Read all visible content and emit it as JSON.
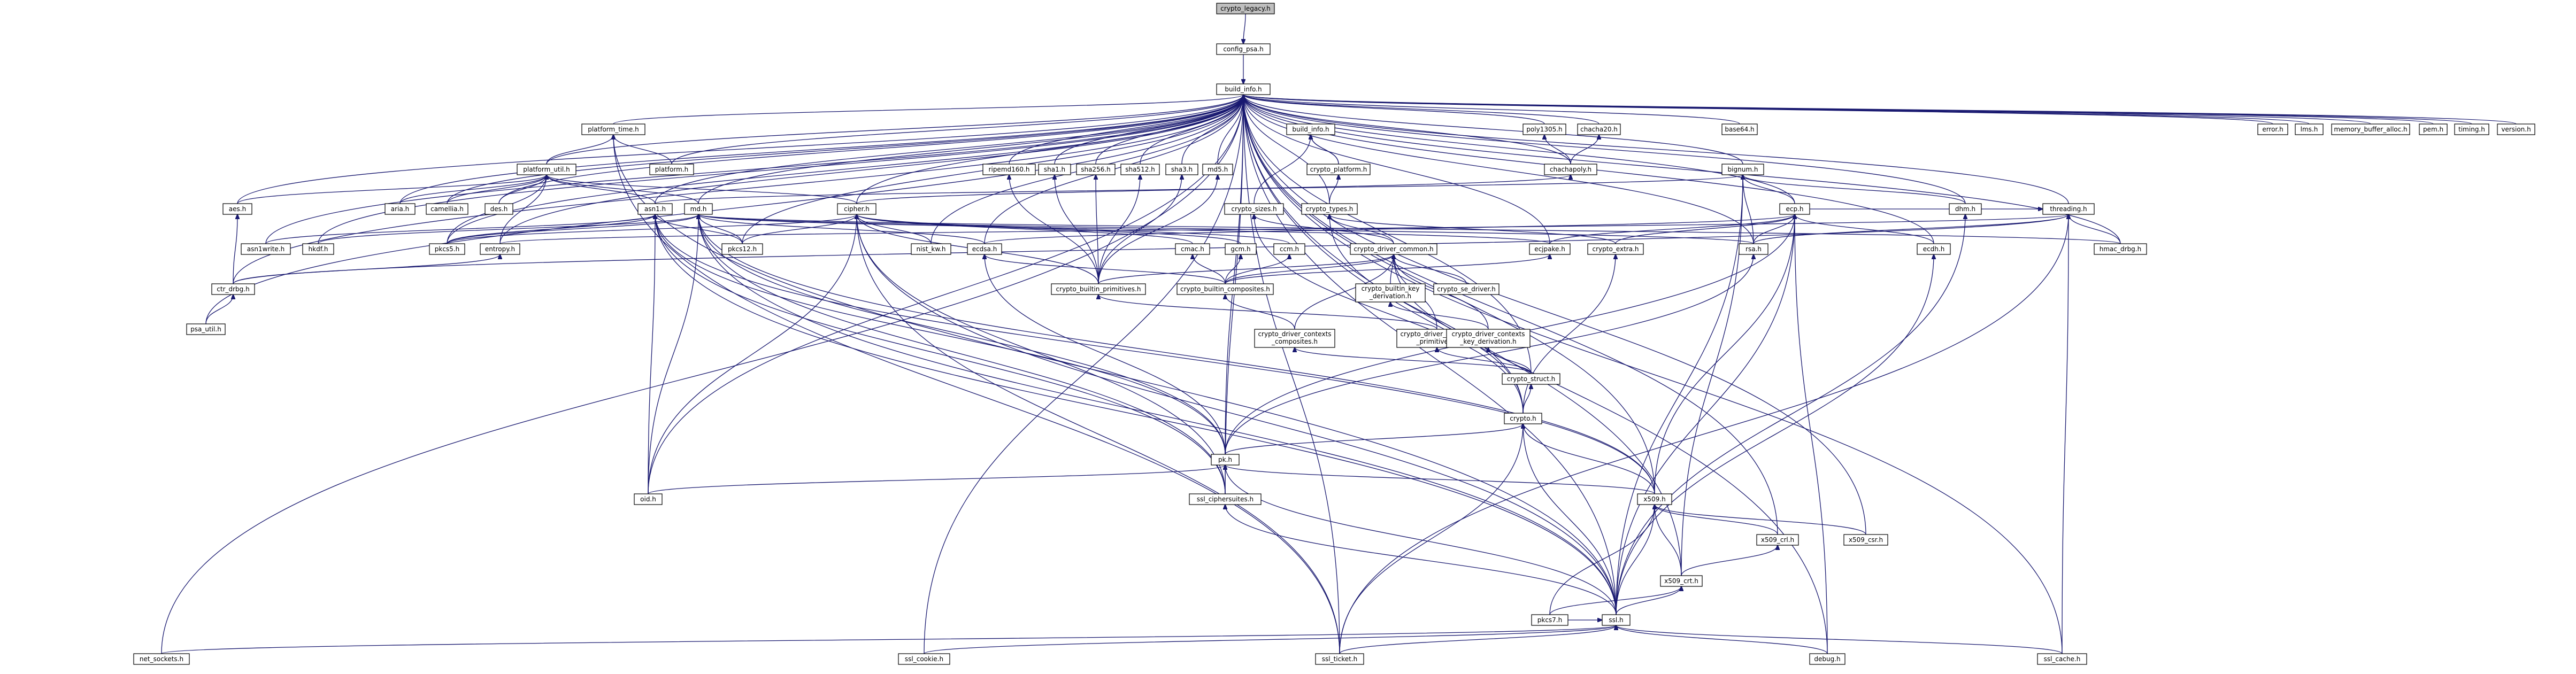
{
  "diagram": {
    "type": "include-dependency-graph",
    "root": "crypto_legacy.h",
    "nodes": [
      {
        "id": "crypto_legacy",
        "label": "crypto_legacy.h",
        "root": true
      },
      {
        "id": "config_psa",
        "label": "config_psa.h"
      },
      {
        "id": "build_info",
        "label": "build_info.h"
      },
      {
        "id": "platform_time",
        "label": "platform_time.h"
      },
      {
        "id": "platform_util",
        "label": "platform_util.h"
      },
      {
        "id": "platform",
        "label": "platform.h"
      },
      {
        "id": "ripemd160",
        "label": "ripemd160.h"
      },
      {
        "id": "sha1",
        "label": "sha1.h"
      },
      {
        "id": "sha256",
        "label": "sha256.h"
      },
      {
        "id": "sha512",
        "label": "sha512.h"
      },
      {
        "id": "sha3",
        "label": "sha3.h"
      },
      {
        "id": "md5",
        "label": "md5.h"
      },
      {
        "id": "build_info2",
        "label": "build_info.h"
      },
      {
        "id": "crypto_platform",
        "label": "crypto_platform.h"
      },
      {
        "id": "poly1305",
        "label": "poly1305.h"
      },
      {
        "id": "chacha20",
        "label": "chacha20.h"
      },
      {
        "id": "chachapoly",
        "label": "chachapoly.h"
      },
      {
        "id": "base64",
        "label": "base64.h"
      },
      {
        "id": "error",
        "label": "error.h"
      },
      {
        "id": "lms",
        "label": "lms.h"
      },
      {
        "id": "memory_buffer_alloc",
        "label": "memory_buffer_alloc.h"
      },
      {
        "id": "pem",
        "label": "pem.h"
      },
      {
        "id": "timing",
        "label": "timing.h"
      },
      {
        "id": "version",
        "label": "version.h"
      },
      {
        "id": "aes",
        "label": "aes.h"
      },
      {
        "id": "aria",
        "label": "aria.h"
      },
      {
        "id": "camellia",
        "label": "camellia.h"
      },
      {
        "id": "des",
        "label": "des.h"
      },
      {
        "id": "asn1",
        "label": "asn1.h"
      },
      {
        "id": "md",
        "label": "md.h"
      },
      {
        "id": "cipher",
        "label": "cipher.h"
      },
      {
        "id": "crypto_sizes",
        "label": "crypto_sizes.h"
      },
      {
        "id": "crypto_types",
        "label": "crypto_types.h"
      },
      {
        "id": "bignum",
        "label": "bignum.h"
      },
      {
        "id": "ecp",
        "label": "ecp.h"
      },
      {
        "id": "dhm",
        "label": "dhm.h"
      },
      {
        "id": "threading",
        "label": "threading.h"
      },
      {
        "id": "asn1write",
        "label": "asn1write.h"
      },
      {
        "id": "hkdf",
        "label": "hkdf.h"
      },
      {
        "id": "pkcs5",
        "label": "pkcs5.h"
      },
      {
        "id": "entropy",
        "label": "entropy.h"
      },
      {
        "id": "pkcs12",
        "label": "pkcs12.h"
      },
      {
        "id": "nist_kw",
        "label": "nist_kw.h"
      },
      {
        "id": "ecdsa",
        "label": "ecdsa.h"
      },
      {
        "id": "cmac",
        "label": "cmac.h"
      },
      {
        "id": "gcm",
        "label": "gcm.h"
      },
      {
        "id": "ccm",
        "label": "ccm.h"
      },
      {
        "id": "crypto_driver_common",
        "label": "crypto_driver_common.h"
      },
      {
        "id": "ecjpake",
        "label": "ecjpake.h"
      },
      {
        "id": "crypto_extra",
        "label": "crypto_extra.h"
      },
      {
        "id": "rsa",
        "label": "rsa.h"
      },
      {
        "id": "ecdh",
        "label": "ecdh.h"
      },
      {
        "id": "hmac_drbg",
        "label": "hmac_drbg.h"
      },
      {
        "id": "ctr_drbg",
        "label": "ctr_drbg.h"
      },
      {
        "id": "crypto_builtin_primitives",
        "label": "crypto_builtin_primitives.h"
      },
      {
        "id": "crypto_builtin_composites",
        "label": "crypto_builtin_composites.h"
      },
      {
        "id": "crypto_builtin_key_derivation",
        "label": "crypto_builtin_key_derivation.h",
        "lines": [
          "crypto_builtin_key",
          "_derivation.h"
        ]
      },
      {
        "id": "crypto_se_driver",
        "label": "crypto_se_driver.h"
      },
      {
        "id": "psa_util",
        "label": "psa_util.h"
      },
      {
        "id": "crypto_driver_contexts_composites",
        "label": "crypto_driver_contexts_composites.h",
        "lines": [
          "crypto_driver_contexts",
          "_composites.h"
        ]
      },
      {
        "id": "crypto_driver_contexts_primitives",
        "label": "crypto_driver_contexts_primitives.h",
        "lines": [
          "crypto_driver_contexts",
          "_primitives.h"
        ]
      },
      {
        "id": "crypto_driver_contexts_key_derivation",
        "label": "crypto_driver_contexts_key_derivation.h",
        "lines": [
          "crypto_driver_contexts",
          "_key_derivation.h"
        ]
      },
      {
        "id": "crypto_struct",
        "label": "crypto_struct.h"
      },
      {
        "id": "crypto",
        "label": "crypto.h"
      },
      {
        "id": "pk",
        "label": "pk.h"
      },
      {
        "id": "oid",
        "label": "oid.h"
      },
      {
        "id": "ssl_ciphersuites",
        "label": "ssl_ciphersuites.h"
      },
      {
        "id": "x509",
        "label": "x509.h"
      },
      {
        "id": "x509_crl",
        "label": "x509_crl.h"
      },
      {
        "id": "x509_csr",
        "label": "x509_csr.h"
      },
      {
        "id": "x509_crt",
        "label": "x509_crt.h"
      },
      {
        "id": "pkcs7",
        "label": "pkcs7.h"
      },
      {
        "id": "ssl",
        "label": "ssl.h"
      },
      {
        "id": "net_sockets",
        "label": "net_sockets.h"
      },
      {
        "id": "ssl_cookie",
        "label": "ssl_cookie.h"
      },
      {
        "id": "ssl_ticket",
        "label": "ssl_ticket.h"
      },
      {
        "id": "debug",
        "label": "debug.h"
      },
      {
        "id": "ssl_cache",
        "label": "ssl_cache.h"
      }
    ],
    "edges": [
      [
        "crypto_legacy",
        "config_psa"
      ],
      [
        "config_psa",
        "build_info"
      ],
      [
        "platform_time",
        "build_info"
      ],
      [
        "platform_util",
        "build_info"
      ],
      [
        "platform",
        "build_info"
      ],
      [
        "ripemd160",
        "build_info"
      ],
      [
        "sha1",
        "build_info"
      ],
      [
        "sha256",
        "build_info"
      ],
      [
        "sha512",
        "build_info"
      ],
      [
        "sha3",
        "build_info"
      ],
      [
        "md5",
        "build_info"
      ],
      [
        "crypto_platform",
        "build_info2"
      ],
      [
        "poly1305",
        "build_info"
      ],
      [
        "chacha20",
        "build_info"
      ],
      [
        "chachapoly",
        "build_info"
      ],
      [
        "base64",
        "build_info"
      ],
      [
        "error",
        "build_info"
      ],
      [
        "lms",
        "build_info"
      ],
      [
        "memory_buffer_alloc",
        "build_info"
      ],
      [
        "pem",
        "build_info"
      ],
      [
        "timing",
        "build_info"
      ],
      [
        "version",
        "build_info"
      ],
      [
        "aes",
        "build_info"
      ],
      [
        "aria",
        "build_info"
      ],
      [
        "camellia",
        "build_info"
      ],
      [
        "des",
        "build_info"
      ],
      [
        "asn1",
        "build_info"
      ],
      [
        "md",
        "build_info"
      ],
      [
        "cipher",
        "build_info"
      ],
      [
        "crypto_types",
        "build_info"
      ],
      [
        "bignum",
        "build_info"
      ],
      [
        "ecp",
        "build_info"
      ],
      [
        "dhm",
        "build_info"
      ],
      [
        "threading",
        "build_info"
      ],
      [
        "hkdf",
        "build_info"
      ],
      [
        "pkcs5",
        "build_info"
      ],
      [
        "pkcs12",
        "build_info"
      ],
      [
        "nist_kw",
        "build_info"
      ],
      [
        "ecdsa",
        "build_info"
      ],
      [
        "ecjpake",
        "build_info"
      ],
      [
        "rsa",
        "build_info"
      ],
      [
        "ecdh",
        "build_info"
      ],
      [
        "hmac_drbg",
        "build_info"
      ],
      [
        "ctr_drbg",
        "build_info"
      ],
      [
        "psa_util",
        "build_info"
      ],
      [
        "crypto_struct",
        "build_info"
      ],
      [
        "pk",
        "build_info"
      ],
      [
        "oid",
        "build_info"
      ],
      [
        "ssl_ciphersuites",
        "build_info"
      ],
      [
        "x509",
        "build_info"
      ],
      [
        "x509_crl",
        "build_info"
      ],
      [
        "x509_csr",
        "build_info"
      ],
      [
        "x509_crt",
        "build_info"
      ],
      [
        "ssl",
        "build_info"
      ],
      [
        "net_sockets",
        "build_info"
      ],
      [
        "ssl_cookie",
        "build_info"
      ],
      [
        "ssl_ticket",
        "build_info"
      ],
      [
        "debug",
        "build_info"
      ],
      [
        "ssl_cache",
        "build_info"
      ],
      [
        "entropy",
        "build_info"
      ],
      [
        "asn1write",
        "build_info"
      ],
      [
        "platform_util",
        "platform_time"
      ],
      [
        "platform",
        "platform_time"
      ],
      [
        "ssl",
        "platform_time"
      ],
      [
        "ssl_ticket",
        "platform_time"
      ],
      [
        "aes",
        "platform_util"
      ],
      [
        "aria",
        "platform_util"
      ],
      [
        "camellia",
        "platform_util"
      ],
      [
        "des",
        "platform_util"
      ],
      [
        "asn1",
        "platform_util"
      ],
      [
        "md",
        "platform_util"
      ],
      [
        "cipher",
        "platform_util"
      ],
      [
        "pkcs5",
        "platform_util"
      ],
      [
        "entropy",
        "platform_util"
      ],
      [
        "crypto_platform",
        "build_info2"
      ],
      [
        "crypto_sizes",
        "build_info2"
      ],
      [
        "crypto_types",
        "crypto_platform"
      ],
      [
        "chachapoly",
        "poly1305"
      ],
      [
        "chachapoly",
        "chacha20"
      ],
      [
        "cipher",
        "chachapoly"
      ],
      [
        "asn1",
        "bignum"
      ],
      [
        "ecp",
        "bignum"
      ],
      [
        "dhm",
        "bignum"
      ],
      [
        "rsa",
        "bignum"
      ],
      [
        "x509_crt",
        "bignum"
      ],
      [
        "ssl",
        "bignum"
      ],
      [
        "rsa",
        "ecp"
      ],
      [
        "ecdh",
        "ecp"
      ],
      [
        "ecdsa",
        "ecp"
      ],
      [
        "ecjpake",
        "ecp"
      ],
      [
        "pk",
        "ecp"
      ],
      [
        "x509",
        "ecp"
      ],
      [
        "ssl",
        "ecp"
      ],
      [
        "debug",
        "ecp"
      ],
      [
        "crypto_extra",
        "ecp"
      ],
      [
        "hmac_drbg",
        "threading"
      ],
      [
        "ctr_drbg",
        "threading"
      ],
      [
        "entropy",
        "threading"
      ],
      [
        "rsa",
        "threading"
      ],
      [
        "ssl_cache",
        "threading"
      ],
      [
        "ssl_ticket",
        "threading"
      ],
      [
        "ecp",
        "threading"
      ],
      [
        "asn1write",
        "asn1"
      ],
      [
        "pkcs5",
        "asn1"
      ],
      [
        "pkcs12",
        "asn1"
      ],
      [
        "oid",
        "asn1"
      ],
      [
        "x509",
        "asn1"
      ],
      [
        "ssl",
        "asn1"
      ],
      [
        "ssl_ciphersuites",
        "asn1"
      ],
      [
        "pk",
        "asn1"
      ],
      [
        "hkdf",
        "md"
      ],
      [
        "pkcs5",
        "md"
      ],
      [
        "pkcs12",
        "md"
      ],
      [
        "ecdsa",
        "md"
      ],
      [
        "ecjpake",
        "md"
      ],
      [
        "rsa",
        "md"
      ],
      [
        "hmac_drbg",
        "md"
      ],
      [
        "pk",
        "md"
      ],
      [
        "oid",
        "md"
      ],
      [
        "x509",
        "md"
      ],
      [
        "ssl",
        "md"
      ],
      [
        "ssl_ciphersuites",
        "md"
      ],
      [
        "ctr_drbg",
        "aes"
      ],
      [
        "pkcs5",
        "cipher"
      ],
      [
        "pkcs12",
        "cipher"
      ],
      [
        "nist_kw",
        "cipher"
      ],
      [
        "cmac",
        "cipher"
      ],
      [
        "gcm",
        "cipher"
      ],
      [
        "ccm",
        "cipher"
      ],
      [
        "oid",
        "cipher"
      ],
      [
        "ssl",
        "cipher"
      ],
      [
        "ssl_ticket",
        "cipher"
      ],
      [
        "ssl_ciphersuites",
        "cipher"
      ],
      [
        "crypto_builtin_primitives",
        "md5"
      ],
      [
        "crypto_builtin_primitives",
        "ripemd160"
      ],
      [
        "crypto_builtin_primitives",
        "sha1"
      ],
      [
        "crypto_builtin_primitives",
        "sha256"
      ],
      [
        "crypto_builtin_primitives",
        "sha512"
      ],
      [
        "crypto_builtin_primitives",
        "sha3"
      ],
      [
        "crypto_builtin_primitives",
        "cipher"
      ],
      [
        "crypto_builtin_primitives",
        "crypto_driver_common"
      ],
      [
        "crypto_builtin_composites",
        "cmac"
      ],
      [
        "crypto_builtin_composites",
        "gcm"
      ],
      [
        "crypto_builtin_composites",
        "ccm"
      ],
      [
        "crypto_builtin_composites",
        "ecjpake"
      ],
      [
        "crypto_builtin_composites",
        "crypto_driver_common"
      ],
      [
        "crypto_builtin_composites",
        "ecdsa"
      ],
      [
        "crypto_driver_common",
        "crypto_types"
      ],
      [
        "crypto_driver_common",
        "crypto_sizes"
      ],
      [
        "crypto_builtin_key_derivation",
        "crypto_driver_common"
      ],
      [
        "crypto_se_driver",
        "crypto_driver_common"
      ],
      [
        "crypto_driver_contexts_composites",
        "crypto_driver_common"
      ],
      [
        "crypto_driver_contexts_primitives",
        "crypto_driver_common"
      ],
      [
        "crypto_driver_contexts_key_derivation",
        "crypto_driver_common"
      ],
      [
        "crypto_driver_contexts_primitives",
        "crypto_builtin_primitives"
      ],
      [
        "crypto_driver_contexts_composites",
        "crypto_builtin_composites"
      ],
      [
        "crypto_driver_contexts_key_derivation",
        "crypto_builtin_key_derivation"
      ],
      [
        "crypto_struct",
        "crypto_driver_contexts_composites"
      ],
      [
        "crypto_struct",
        "crypto_driver_contexts_primitives"
      ],
      [
        "crypto_struct",
        "crypto_driver_contexts_key_derivation"
      ],
      [
        "crypto",
        "crypto_struct"
      ],
      [
        "crypto",
        "crypto_types"
      ],
      [
        "crypto",
        "crypto_sizes"
      ],
      [
        "crypto",
        "crypto_extra"
      ],
      [
        "crypto_extra",
        "crypto_types"
      ],
      [
        "crypto",
        "crypto_driver_common"
      ],
      [
        "pk",
        "crypto"
      ],
      [
        "pk",
        "rsa"
      ],
      [
        "pk",
        "ecdsa"
      ],
      [
        "ssl",
        "crypto"
      ],
      [
        "ssl_ticket",
        "crypto"
      ],
      [
        "x509",
        "crypto"
      ],
      [
        "ctr_drbg",
        "entropy"
      ],
      [
        "psa_util",
        "ctr_drbg"
      ],
      [
        "x509",
        "pk"
      ],
      [
        "oid",
        "pk"
      ],
      [
        "ssl_ciphersuites",
        "pk"
      ],
      [
        "ssl",
        "pk"
      ],
      [
        "x509_crl",
        "x509"
      ],
      [
        "x509_csr",
        "x509"
      ],
      [
        "x509_crt",
        "x509"
      ],
      [
        "pkcs7",
        "x509"
      ],
      [
        "ssl",
        "x509"
      ],
      [
        "x509_crt",
        "x509_crl"
      ],
      [
        "ssl",
        "x509_crt"
      ],
      [
        "pkcs7",
        "x509_crt"
      ],
      [
        "ssl",
        "ssl_ciphersuites"
      ],
      [
        "ssl",
        "dhm"
      ],
      [
        "ssl",
        "ecdh"
      ],
      [
        "ssl_cookie",
        "ssl"
      ],
      [
        "ssl_ticket",
        "ssl"
      ],
      [
        "debug",
        "ssl"
      ],
      [
        "ssl_cache",
        "ssl"
      ],
      [
        "pkcs7",
        "ssl"
      ],
      [
        "net_sockets",
        "ssl"
      ]
    ]
  }
}
